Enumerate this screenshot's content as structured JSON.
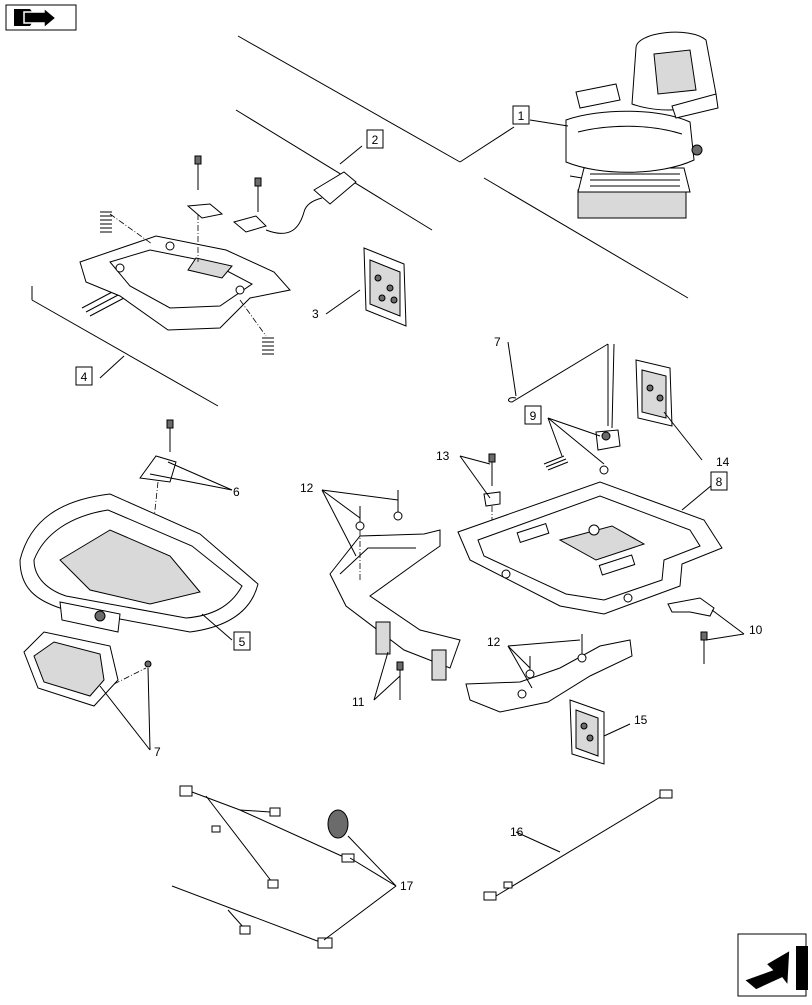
{
  "callouts": {
    "c1": "1",
    "c2": "2",
    "c3": "3",
    "c4": "4",
    "c5": "5",
    "c6": "6",
    "c7a": "7",
    "c7b": "7",
    "c8": "8",
    "c9": "9",
    "c10": "10",
    "c11": "11",
    "c12a": "12",
    "c12b": "12",
    "c13": "13",
    "c14": "14",
    "c15": "15",
    "c16": "16",
    "c17": "17"
  },
  "icons": {
    "top_left": "next-page-arrow-icon",
    "bottom_right": "previous-page-arrow-icon"
  }
}
